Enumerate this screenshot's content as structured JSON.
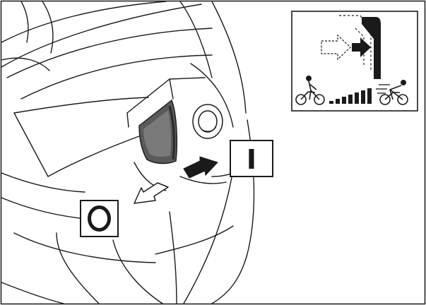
{
  "figure": {
    "on_symbol": "I",
    "off_symbol": "O"
  },
  "colors": {
    "line": "#1a1a1a",
    "switch_dark": "#3a3a3a",
    "switch_mid": "#6e6e6e",
    "switch_light": "#9a9a9a",
    "background": "#ffffff"
  },
  "icons": {
    "inset": [
      "dashed-arrow-icon",
      "solid-arrow-icon",
      "wall-bracket-icon",
      "slow-cyclist-icon",
      "speed-bars-icon",
      "fast-cyclist-icon"
    ],
    "main": [
      "push-in-arrow-icon",
      "pull-out-arrow-icon",
      "switch-lever",
      "round-button"
    ]
  }
}
